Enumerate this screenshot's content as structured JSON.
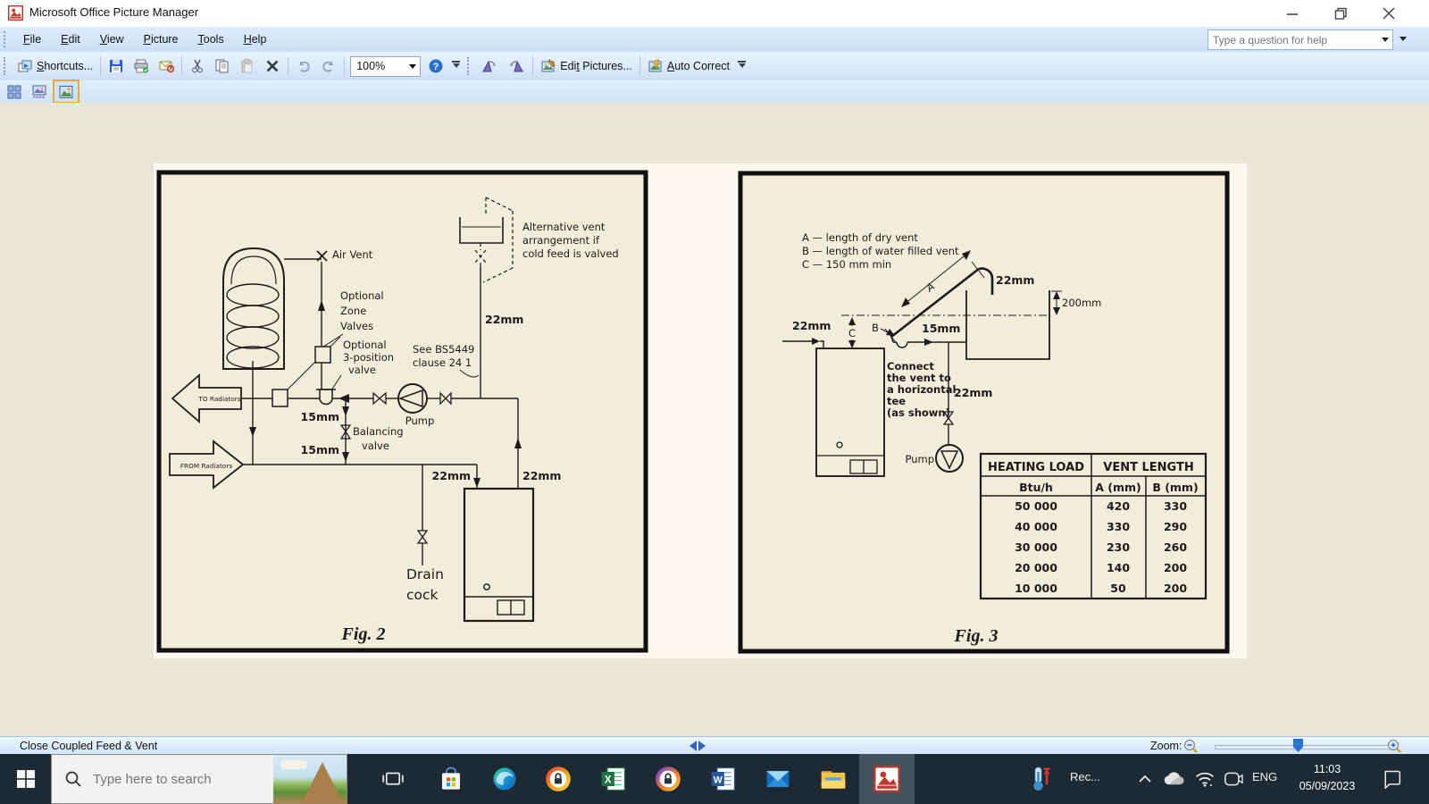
{
  "window": {
    "title": "Microsoft Office Picture Manager"
  },
  "menu": {
    "items": [
      {
        "pre": "",
        "key": "F",
        "post": "ile"
      },
      {
        "pre": "",
        "key": "E",
        "post": "dit"
      },
      {
        "pre": "",
        "key": "V",
        "post": "iew"
      },
      {
        "pre": "",
        "key": "P",
        "post": "icture"
      },
      {
        "pre": "",
        "key": "T",
        "post": "ools"
      },
      {
        "pre": "",
        "key": "H",
        "post": "elp"
      }
    ],
    "help_placeholder": "Type a question for help"
  },
  "toolbar": {
    "shortcuts": {
      "pre": "",
      "key": "S",
      "post": "hortcuts..."
    },
    "zoom_value": "100%",
    "help_glyph": "?",
    "edit_pictures": {
      "pre": "Edi",
      "key": "t",
      "post": " Pictures..."
    },
    "auto_correct": {
      "pre": "",
      "key": "A",
      "post": "uto Correct"
    }
  },
  "statusbar": {
    "caption": "Close Coupled Feed & Vent",
    "zoom_label": "Zoom:"
  },
  "taskbar": {
    "search_placeholder": "Type here to search",
    "rec": "Rec...",
    "lang": "ENG",
    "time": "11:03",
    "date": "05/09/2023",
    "glyphs": {
      "excel": "X",
      "word": "W"
    }
  },
  "colors": {
    "selection_orange": "#f0a63c",
    "taskbar_bg": "#1e2a33",
    "chrome_blue": "#cfe1f6",
    "scan_paper": "#f2ecda",
    "slider_blue": "#2a72d8"
  },
  "fig2": {
    "air_vent": "Air Vent",
    "zone": [
      "Optional",
      "Zone",
      "Valves"
    ],
    "three_pos": [
      "Optional",
      "3-position",
      "valve"
    ],
    "bs": [
      "See BS5449",
      "clause 24 1"
    ],
    "alt": [
      "Alternative vent",
      "arrangement if",
      "cold feed is valved"
    ],
    "feed_size": "22mm",
    "to_rad": "TO Radiators",
    "from_rad": "FROM Radiators",
    "pump": "Pump",
    "size15a": "15mm",
    "size15b": "15mm",
    "balancing": [
      "Balancing",
      "valve"
    ],
    "size22_in": "22mm",
    "size22_out": "22mm",
    "drain": [
      "Drain",
      "cock"
    ],
    "caption": "Fig. 2"
  },
  "fig3": {
    "legend": [
      "A — length of dry vent",
      "B — length of water filled vent",
      "C — 150 mm min"
    ],
    "size22_top": "22mm",
    "size200": "200mm",
    "size22_left": "22mm",
    "dimA": "A",
    "dimB": "B",
    "dimC": "C",
    "size15": "15mm",
    "note": [
      "Connect",
      "the vent to",
      "a horizontal",
      "tee",
      "(as shown)"
    ],
    "size22_mid": "22mm",
    "pump": "Pump",
    "caption": "Fig. 3",
    "table": {
      "h1": [
        "HEATING LOAD",
        "VENT LENGTH"
      ],
      "h2": [
        "Btu/h",
        "A (mm)",
        "B (mm)"
      ],
      "rows": [
        [
          "50 000",
          "420",
          "330"
        ],
        [
          "40 000",
          "330",
          "290"
        ],
        [
          "30 000",
          "230",
          "260"
        ],
        [
          "20 000",
          "140",
          "200"
        ],
        [
          "10 000",
          "50",
          "200"
        ]
      ]
    }
  }
}
